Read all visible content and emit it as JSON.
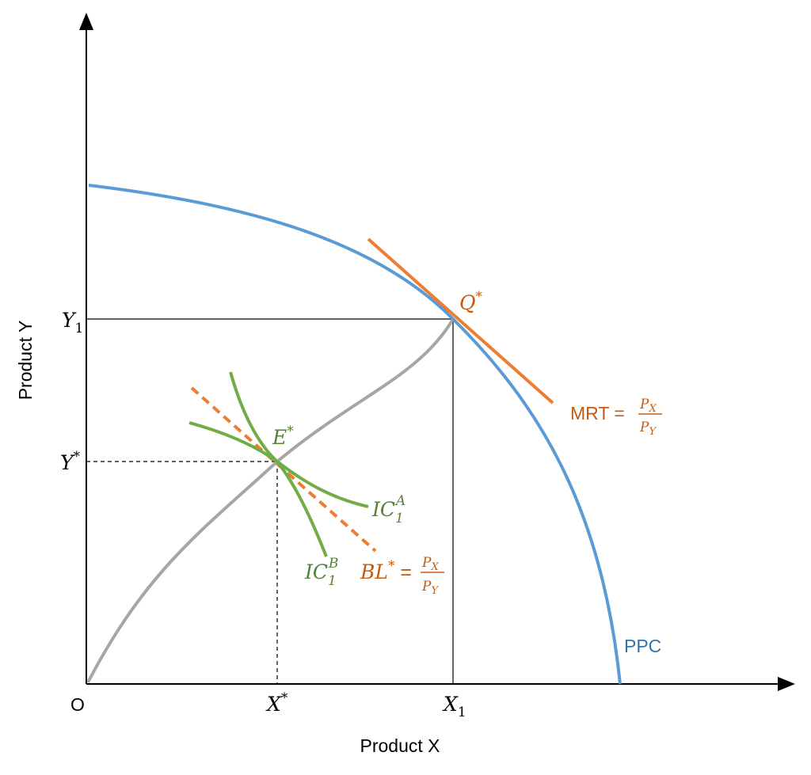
{
  "axes": {
    "x_title": "Product X",
    "y_title": "Product Y",
    "origin": "O"
  },
  "ticks": {
    "y1": {
      "base": "Y",
      "sub": "1"
    },
    "ystar": {
      "base": "Y",
      "sup": "*"
    },
    "xstar": {
      "base": "X",
      "sup": "*"
    },
    "x1": {
      "base": "X",
      "sub": "1"
    }
  },
  "labels": {
    "qstar": {
      "base": "Q",
      "sup": "*"
    },
    "estar": {
      "base": "E",
      "sup": "*"
    },
    "mrt": {
      "prefix": "MRT = ",
      "num": "P",
      "num_sub": "X",
      "den": "P",
      "den_sub": "Y"
    },
    "bl": {
      "base": "BL",
      "sup": "*",
      "eq": " = ",
      "num": "P",
      "num_sub": "X",
      "den": "P",
      "den_sub": "Y"
    },
    "ic_a": {
      "base": "IC",
      "sub": "1",
      "sup": "A"
    },
    "ic_b": {
      "base": "IC",
      "sub": "1",
      "sup": "B"
    },
    "ppc": "PPC"
  },
  "colors": {
    "ppc": "#5B9BD5",
    "mrt": "#ED7D31",
    "bl": "#ED7D31",
    "bl_text": "#C55A11",
    "ic": "#70AD47",
    "contract": "#A6A6A6",
    "axis": "#000000"
  }
}
